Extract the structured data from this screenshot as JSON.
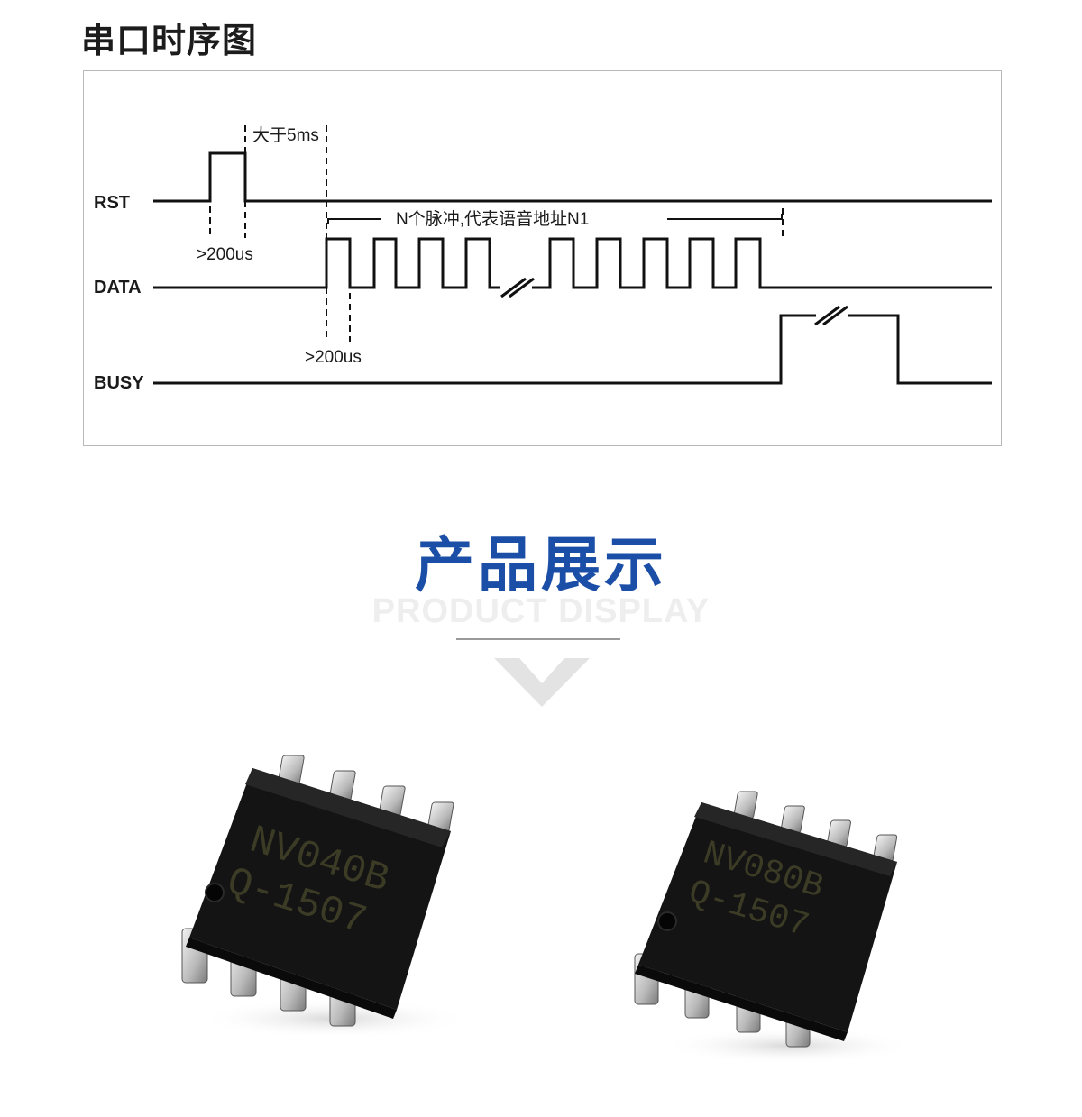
{
  "section_title": "串口时序图",
  "signals": {
    "rst": "RST",
    "data": "DATA",
    "busy": "BUSY"
  },
  "annotations": {
    "gt5ms": "大于5ms",
    "rst_pulse": ">200us",
    "data_pulse": ">200us",
    "pulse_desc": "N个脉冲,代表语音地址N1"
  },
  "product_display": {
    "title": "产品展示",
    "subtitle": "PRODUCT DISPLAY"
  },
  "products": [
    {
      "line1": "NV040B",
      "line2": "Q-1507"
    },
    {
      "line1": "NV080B",
      "line2": "Q-1507"
    }
  ]
}
